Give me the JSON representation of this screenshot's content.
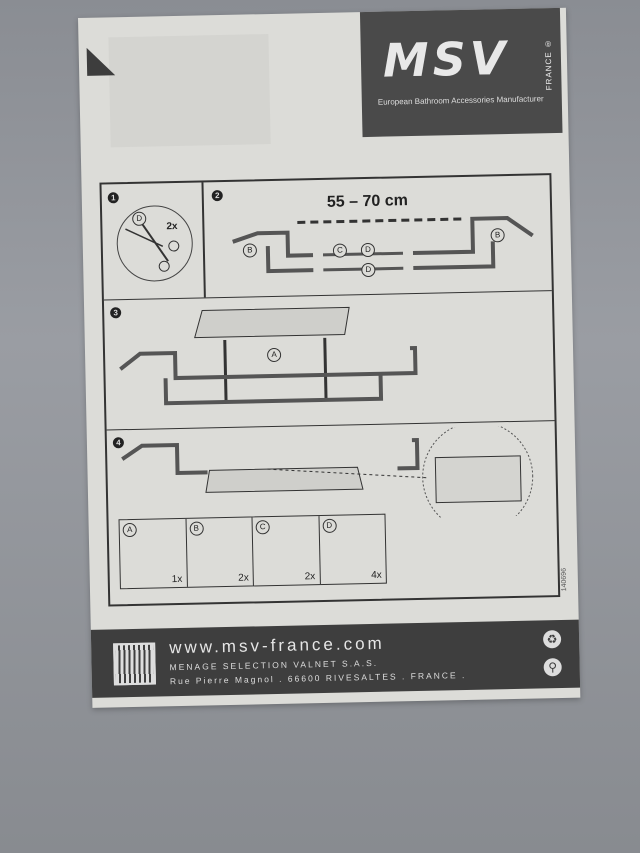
{
  "brand": {
    "logo": "MSV",
    "country": "FRANCE ®",
    "tagline": "European Bathroom Accessories Manufacturer"
  },
  "steps": [
    {
      "number": "1",
      "label_part": "D",
      "quantity": "2x",
      "description": "cut-tube-with-scissors"
    },
    {
      "number": "2",
      "dimension": "55 – 70 cm",
      "labels": [
        "B",
        "C",
        "D",
        "D",
        "B"
      ]
    },
    {
      "number": "3",
      "labels": [
        "A"
      ]
    },
    {
      "number": "4",
      "description": "seat-mounted-on-frame-detail"
    }
  ],
  "parts": [
    {
      "id": "A",
      "qty": "1x"
    },
    {
      "id": "B",
      "qty": "2x"
    },
    {
      "id": "C",
      "qty": "2x"
    },
    {
      "id": "D",
      "qty": "4x"
    }
  ],
  "footer": {
    "url": "www.msv-france.com",
    "company": "MENAGE SELECTION VALNET S.A.S.",
    "address": "Rue Pierre Magnol . 66600 RIVESALTES . FRANCE .",
    "code": "140696"
  }
}
